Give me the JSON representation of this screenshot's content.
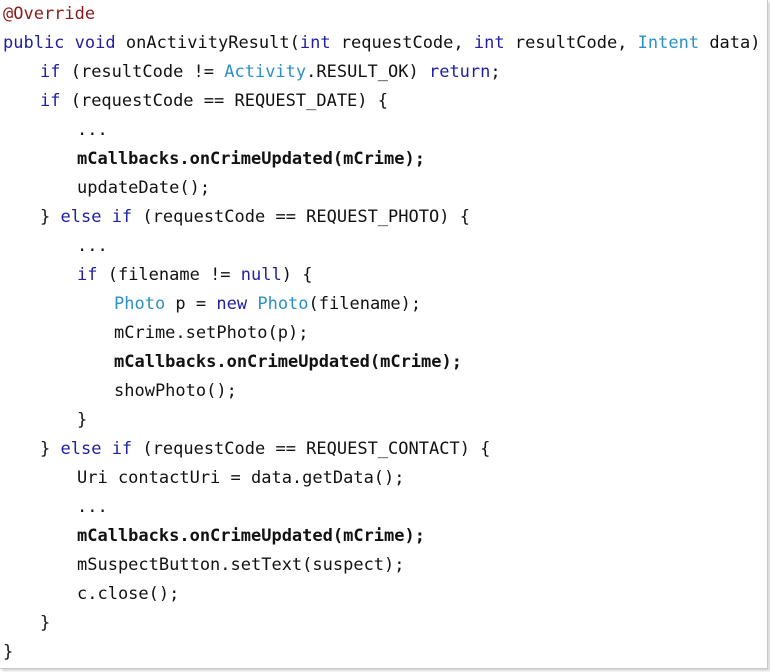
{
  "colors": {
    "keyword": "#1f1fa0",
    "type": "#2b91c4",
    "annotation": "#8b1a1a",
    "plain": "#111111"
  },
  "code": {
    "lines": [
      {
        "indent": 0,
        "tokens": [
          {
            "t": "@Override",
            "c": "ann"
          }
        ]
      },
      {
        "indent": 0,
        "tokens": [
          {
            "t": "public",
            "c": "kw"
          },
          {
            "t": " "
          },
          {
            "t": "void",
            "c": "kw"
          },
          {
            "t": " onActivityResult("
          },
          {
            "t": "int",
            "c": "kw"
          },
          {
            "t": " requestCode, "
          },
          {
            "t": "int",
            "c": "kw"
          },
          {
            "t": " resultCode, "
          },
          {
            "t": "Intent",
            "c": "type"
          },
          {
            "t": " data) {"
          }
        ]
      },
      {
        "indent": 1,
        "tokens": [
          {
            "t": "if",
            "c": "kw"
          },
          {
            "t": " (resultCode != "
          },
          {
            "t": "Activity",
            "c": "type"
          },
          {
            "t": ".RESULT_OK) "
          },
          {
            "t": "return",
            "c": "kw"
          },
          {
            "t": ";"
          }
        ]
      },
      {
        "indent": 1,
        "tokens": [
          {
            "t": "if",
            "c": "kw"
          },
          {
            "t": " (requestCode == REQUEST_DATE) {"
          }
        ]
      },
      {
        "indent": 2,
        "tokens": [
          {
            "t": "..."
          }
        ]
      },
      {
        "indent": 2,
        "tokens": [
          {
            "t": "mCallbacks.onCrimeUpdated(mCrime);",
            "c": "bold"
          }
        ]
      },
      {
        "indent": 2,
        "tokens": [
          {
            "t": "updateDate();"
          }
        ]
      },
      {
        "indent": 1,
        "tokens": [
          {
            "t": "} "
          },
          {
            "t": "else",
            "c": "kw"
          },
          {
            "t": " "
          },
          {
            "t": "if",
            "c": "kw"
          },
          {
            "t": " (requestCode == REQUEST_PHOTO) {"
          }
        ]
      },
      {
        "indent": 2,
        "tokens": [
          {
            "t": "..."
          }
        ]
      },
      {
        "indent": 2,
        "tokens": [
          {
            "t": "if",
            "c": "kw"
          },
          {
            "t": " (filename != "
          },
          {
            "t": "null",
            "c": "kw"
          },
          {
            "t": ") {"
          }
        ]
      },
      {
        "indent": 3,
        "tokens": [
          {
            "t": "Photo",
            "c": "type"
          },
          {
            "t": " p = "
          },
          {
            "t": "new",
            "c": "kw"
          },
          {
            "t": " "
          },
          {
            "t": "Photo",
            "c": "type"
          },
          {
            "t": "(filename);"
          }
        ]
      },
      {
        "indent": 3,
        "tokens": [
          {
            "t": "mCrime.setPhoto(p);"
          }
        ]
      },
      {
        "indent": 3,
        "tokens": [
          {
            "t": "mCallbacks.onCrimeUpdated(mCrime);",
            "c": "bold"
          }
        ]
      },
      {
        "indent": 3,
        "tokens": [
          {
            "t": "showPhoto();"
          }
        ]
      },
      {
        "indent": 2,
        "tokens": [
          {
            "t": "}"
          }
        ]
      },
      {
        "indent": 1,
        "tokens": [
          {
            "t": "} "
          },
          {
            "t": "else",
            "c": "kw"
          },
          {
            "t": " "
          },
          {
            "t": "if",
            "c": "kw"
          },
          {
            "t": " (requestCode == REQUEST_CONTACT) {"
          }
        ]
      },
      {
        "indent": 2,
        "tokens": [
          {
            "t": "Uri contactUri = data.getData();"
          }
        ]
      },
      {
        "indent": 2,
        "tokens": [
          {
            "t": "..."
          }
        ]
      },
      {
        "indent": 2,
        "tokens": [
          {
            "t": "mCallbacks.onCrimeUpdated(mCrime);",
            "c": "bold"
          }
        ]
      },
      {
        "indent": 2,
        "tokens": [
          {
            "t": "mSuspectButton.setText(suspect);"
          }
        ]
      },
      {
        "indent": 2,
        "tokens": [
          {
            "t": "c.close();"
          }
        ]
      },
      {
        "indent": 1,
        "tokens": [
          {
            "t": "}"
          }
        ]
      },
      {
        "indent": 0,
        "tokens": [
          {
            "t": "}"
          }
        ]
      }
    ]
  }
}
